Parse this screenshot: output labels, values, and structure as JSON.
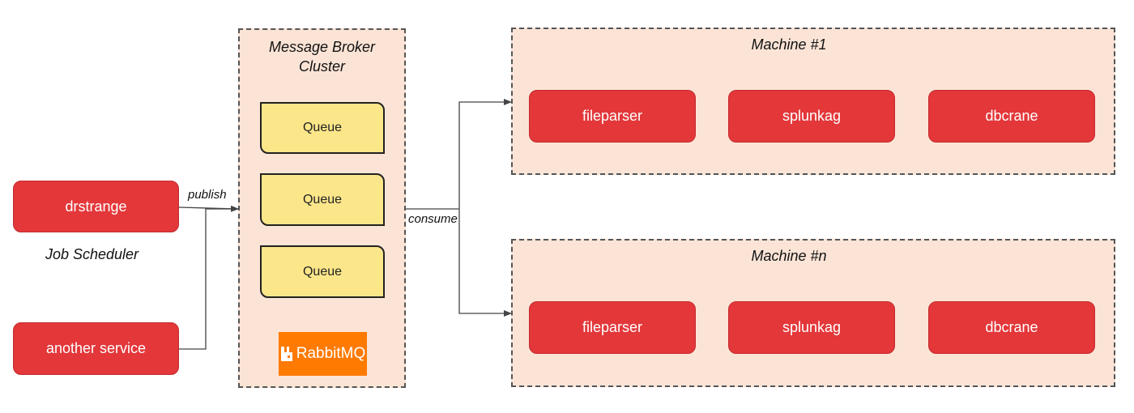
{
  "services": {
    "drstrange": "drstrange",
    "job_scheduler": "Job Scheduler",
    "another_service": "another service"
  },
  "edges": {
    "publish": "publish",
    "consume": "consume"
  },
  "broker": {
    "title_line1": "Message Broker",
    "title_line2": "Cluster",
    "queues": [
      "Queue",
      "Queue",
      "Queue"
    ],
    "logo_text": "RabbitMQ"
  },
  "machines": [
    {
      "title": "Machine #1",
      "workers": [
        "fileparser",
        "splunkag",
        "dbcrane"
      ]
    },
    {
      "title": "Machine #n",
      "workers": [
        "fileparser",
        "splunkag",
        "dbcrane"
      ]
    }
  ],
  "colors": {
    "service_red": "#e3373a",
    "cluster_fill": "#fbe4d6",
    "queue_fill": "#fbe68a",
    "rabbitmq_orange": "#ff7a00"
  }
}
